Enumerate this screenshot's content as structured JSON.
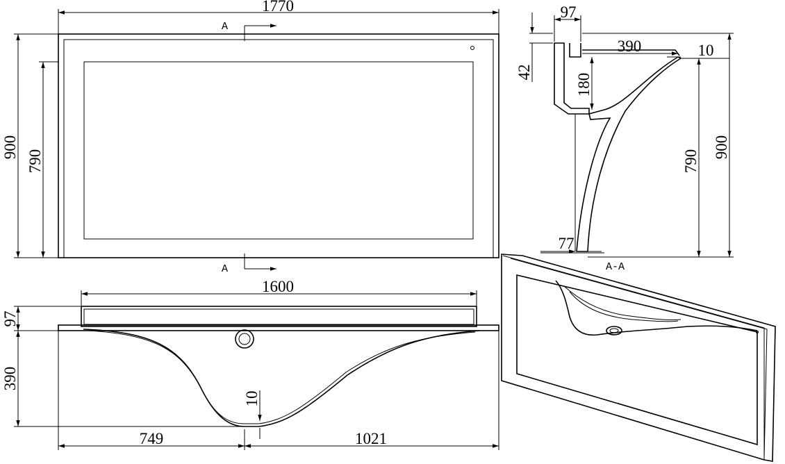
{
  "dimensions": {
    "front_width": "1770",
    "front_height": "900",
    "front_inner_height": "790",
    "side_thickness": "97",
    "side_rim": "42",
    "side_depth": "390",
    "side_lip": "10",
    "side_bowl": "180",
    "side_inner_height": "790",
    "side_height": "900",
    "side_base": "77",
    "top_length": "1600",
    "top_thickness": "97",
    "top_depth": "390",
    "top_lip": "10",
    "left_offset": "749",
    "right_offset": "1021"
  },
  "labels": {
    "section_top": "A",
    "section_bottom": "A",
    "section_title": "A-A"
  }
}
